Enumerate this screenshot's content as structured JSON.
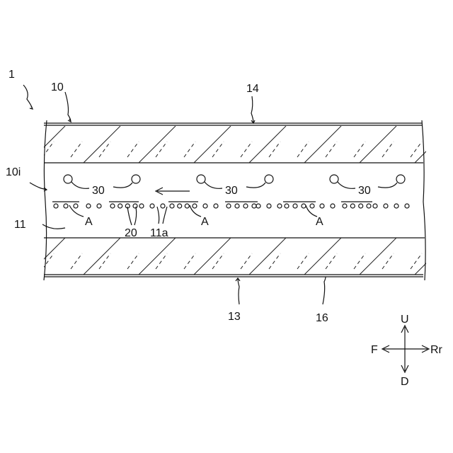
{
  "labels": {
    "device": "1",
    "body": "10",
    "interior": "10i",
    "floor_layer": "11",
    "holes": "11a",
    "upper_surface": "14",
    "lower_surface": "13",
    "bottom_edge": "16",
    "element_group": "20",
    "sensor": "30",
    "region": "A"
  },
  "compass": {
    "up": "U",
    "down": "D",
    "front": "F",
    "rear": "Rr"
  }
}
